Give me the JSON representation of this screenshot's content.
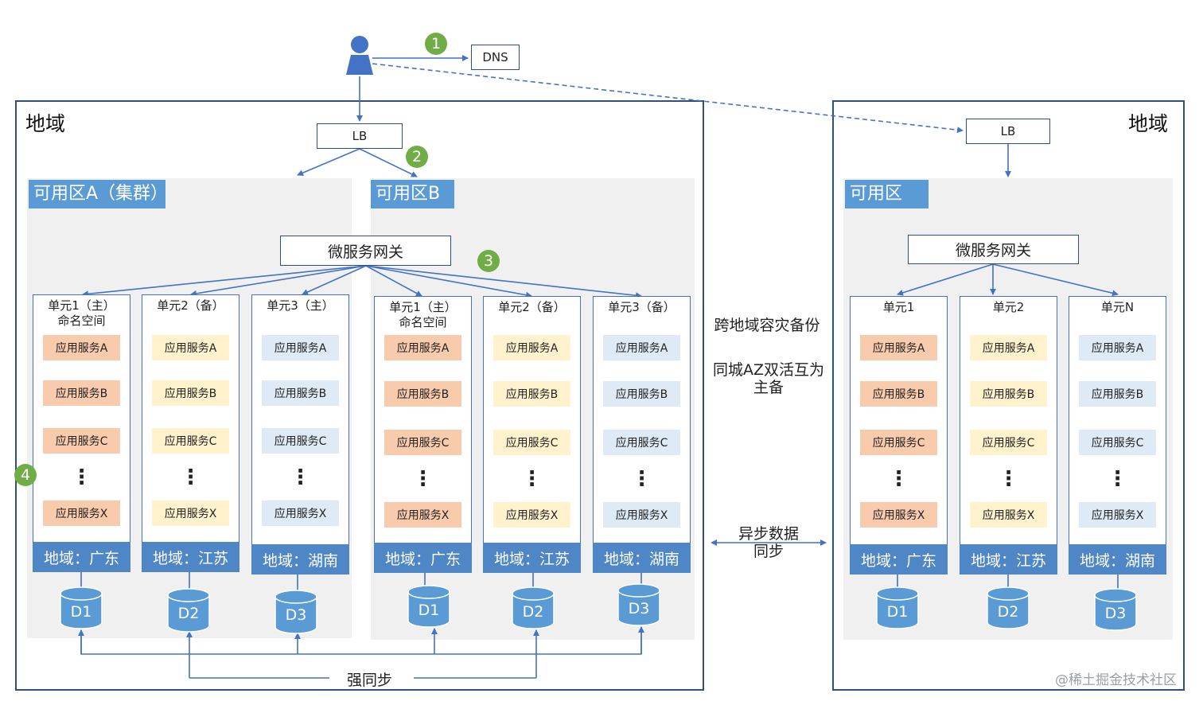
{
  "colors": {
    "region_border": "#2f4f7f",
    "zone_bg": "#f0f0f0",
    "zone_label_bg": "#5b9bd5",
    "unit_foot_bg": "#4f86c6",
    "arrow": "#4472c4",
    "db": "#5b9bd5",
    "badge": "#70ad47",
    "svc_orange": "#f8cbad",
    "svc_yellow": "#fff2cc",
    "svc_blue": "#deebf7"
  },
  "icons": {
    "user": "person-icon",
    "database": "database-cylinder-icon"
  },
  "dns_label": "DNS",
  "badges": [
    "1",
    "2",
    "3",
    "4"
  ],
  "left_region": {
    "title": "地域",
    "lb": "LB",
    "zone_a_label": "可用区A（集群）",
    "zone_b_label": "可用区B",
    "gateway": "微服务网关",
    "units": [
      {
        "title": "单元1（主）\n命名空间",
        "color": "orange",
        "services": [
          "应用服务A",
          "应用服务B",
          "应用服务C",
          "应用服务X"
        ],
        "dots": "⋮",
        "footer": "地域：广东",
        "db": "D1"
      },
      {
        "title": "单元2（备）",
        "color": "yellow",
        "services": [
          "应用服务A",
          "应用服务B",
          "应用服务C",
          "应用服务X"
        ],
        "dots": "⋮",
        "footer": "地域：江苏",
        "db": "D2"
      },
      {
        "title": "单元3（主）",
        "color": "blue",
        "services": [
          "应用服务A",
          "应用服务B",
          "应用服务C",
          "应用服务X"
        ],
        "dots": "⋮",
        "footer": "地域：湖南",
        "db": "D3"
      },
      {
        "title": "单元1（主）\n命名空间",
        "color": "orange",
        "services": [
          "应用服务A",
          "应用服务B",
          "应用服务C",
          "应用服务X"
        ],
        "dots": "⋮",
        "footer": "地域：广东",
        "db": "D1"
      },
      {
        "title": "单元2（备）",
        "color": "yellow",
        "services": [
          "应用服务A",
          "应用服务B",
          "应用服务C",
          "应用服务X"
        ],
        "dots": "⋮",
        "footer": "地域：江苏",
        "db": "D2"
      },
      {
        "title": "单元3（备）",
        "color": "blue",
        "services": [
          "应用服务A",
          "应用服务B",
          "应用服务C",
          "应用服务X"
        ],
        "dots": "⋮",
        "footer": "地域：湖南",
        "db": "D3"
      }
    ],
    "sync_label": "强同步"
  },
  "middle_notes": {
    "cross_region": "跨地域容灾备份",
    "same_city": "同城AZ双活互为\n主备",
    "async_sync": "异步数据\n同步"
  },
  "right_region": {
    "title": "地域",
    "lb": "LB",
    "zone_label": "可用区",
    "gateway": "微服务网关",
    "units": [
      {
        "title": "单元1",
        "color": "orange",
        "services": [
          "应用服务A",
          "应用服务B",
          "应用服务C",
          "应用服务X"
        ],
        "dots": "⋮",
        "footer": "地域：广东",
        "db": "D1"
      },
      {
        "title": "单元2",
        "color": "yellow",
        "services": [
          "应用服务A",
          "应用服务B",
          "应用服务C",
          "应用服务X"
        ],
        "dots": "⋮",
        "footer": "地域：江苏",
        "db": "D2"
      },
      {
        "title": "单元N",
        "color": "blue",
        "services": [
          "应用服务A",
          "应用服务B",
          "应用服务C",
          "应用服务X"
        ],
        "dots": "⋮",
        "footer": "地域：湖南",
        "db": "D3"
      }
    ]
  },
  "watermark": "@稀土掘金技术社区"
}
